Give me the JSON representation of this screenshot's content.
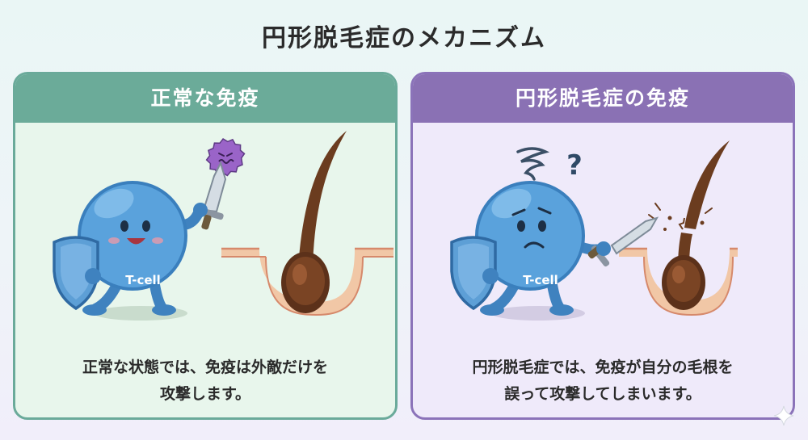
{
  "title": "円形脱毛症のメカニズム",
  "normal_card": {
    "header": "正常な免疫",
    "tcell_label": "T-cell",
    "caption_line1": "正常な状態では、免疫は外敵だけを",
    "caption_line2": "攻撃します。"
  },
  "alopecia_card": {
    "header": "円形脱毛症の免疫",
    "tcell_label": "T-cell",
    "question_mark": "?",
    "caption_line1": "円形脱毛症では、免疫が自分の毛根を",
    "caption_line2": "誤って攻撃してしまいます。"
  },
  "colors": {
    "normal_accent": "#6bab99",
    "alopecia_accent": "#8a71b4",
    "tcell_blue": "#5aa2dc",
    "hair_brown": "#6b3c1f",
    "germ_purple": "#9a64c8"
  }
}
